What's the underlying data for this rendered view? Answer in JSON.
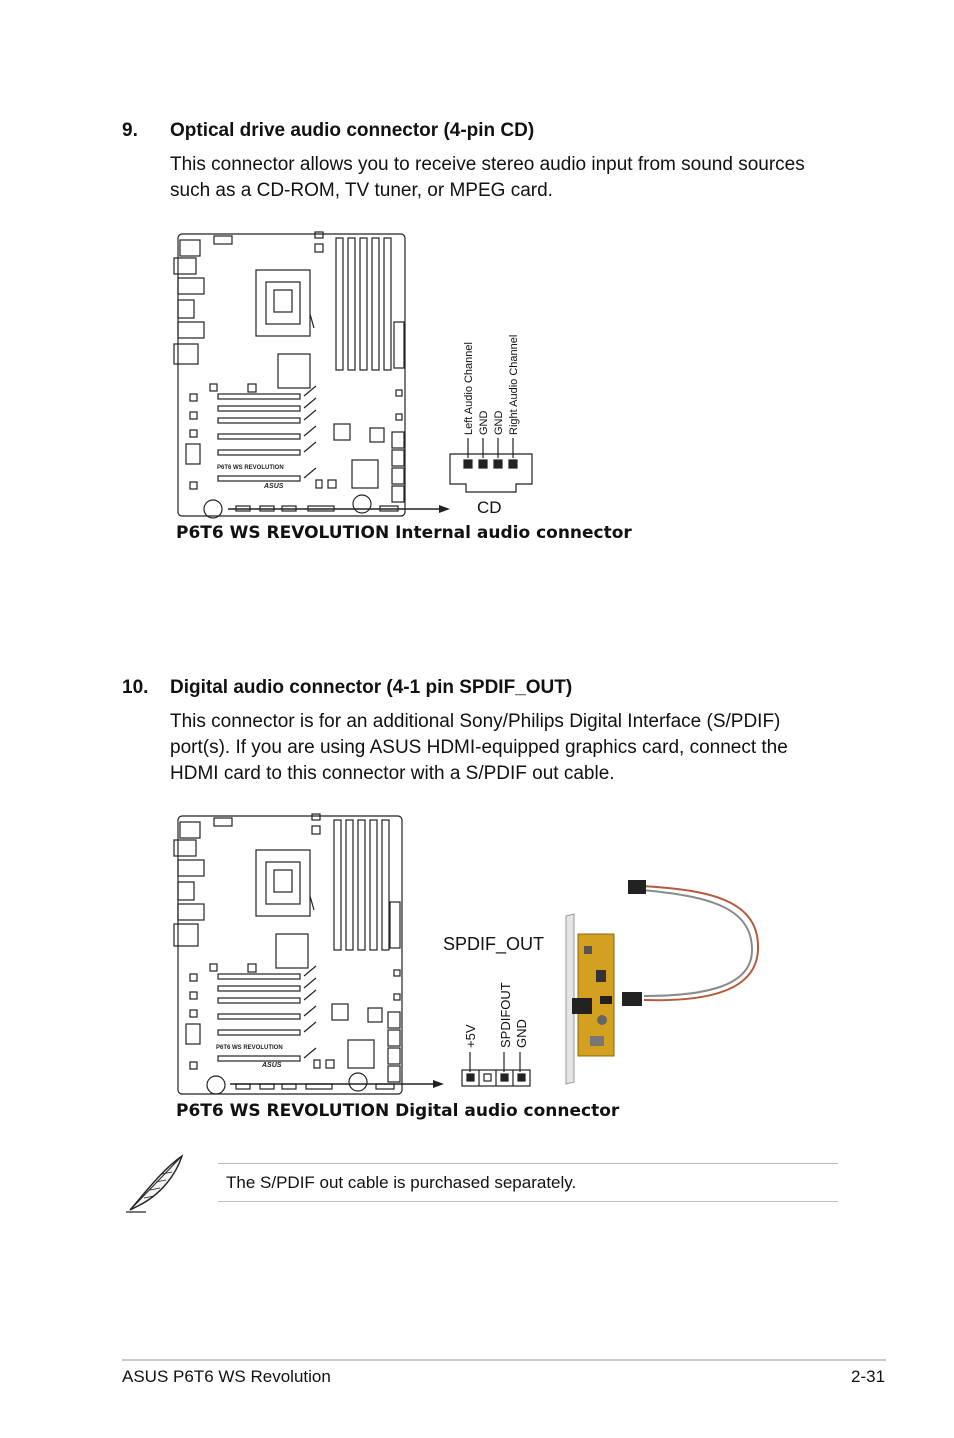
{
  "sections": [
    {
      "number": "9.",
      "title": "Optical drive audio connector (4-pin CD)",
      "lines": [
        "This connector allows you to receive stereo audio input from sound sources",
        "such as a CD-ROM, TV tuner, or MPEG card."
      ],
      "figure": {
        "board_label": "P6T6 WS REVOLUTION",
        "brand": "ASUS",
        "pin_labels": [
          "Left  Audio Channel",
          "GND",
          "GND",
          "Right Audio Channel"
        ],
        "connector_name": "CD",
        "caption": "P6T6 WS REVOLUTION Internal audio connector"
      }
    },
    {
      "number": "10.",
      "title": "Digital audio connector (4-1 pin SPDIF_OUT)",
      "lines": [
        "This connector is for an additional Sony/Philips Digital Interface (S/PDIF)",
        "port(s). If you are using ASUS HDMI-equipped graphics card, connect the",
        "HDMI card to this connector with a S/PDIF out cable."
      ],
      "figure": {
        "board_label": "P6T6 WS REVOLUTION",
        "brand": "ASUS",
        "connector_name": "SPDIF_OUT",
        "pin_labels": [
          "+5V",
          "SPDIFOUT",
          "GND"
        ],
        "caption": "P6T6 WS REVOLUTION Digital audio connector"
      }
    }
  ],
  "note": {
    "icon": "feather-quill-icon",
    "text": "The S/PDIF out cable is purchased separately."
  },
  "footer": {
    "left": "ASUS P6T6 WS Revolution",
    "right": "2-31"
  }
}
